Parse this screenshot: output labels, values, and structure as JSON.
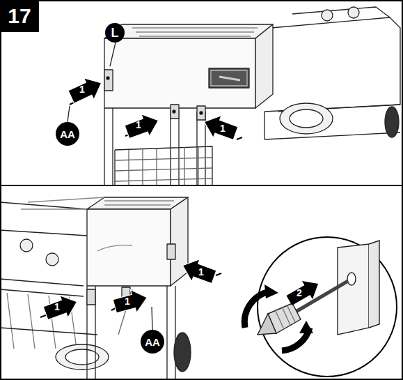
{
  "diagram": {
    "nodes": [
      {
        "text": [
          "17"
        ]
      },
      {
        "text": [
          "L"
        ]
      },
      {
        "text": [
          "AA"
        ]
      },
      {
        "text": [
          "AA"
        ]
      }
    ],
    "labels": [
      "1",
      "1",
      "1",
      "1",
      "1",
      "1",
      "2"
    ]
  }
}
